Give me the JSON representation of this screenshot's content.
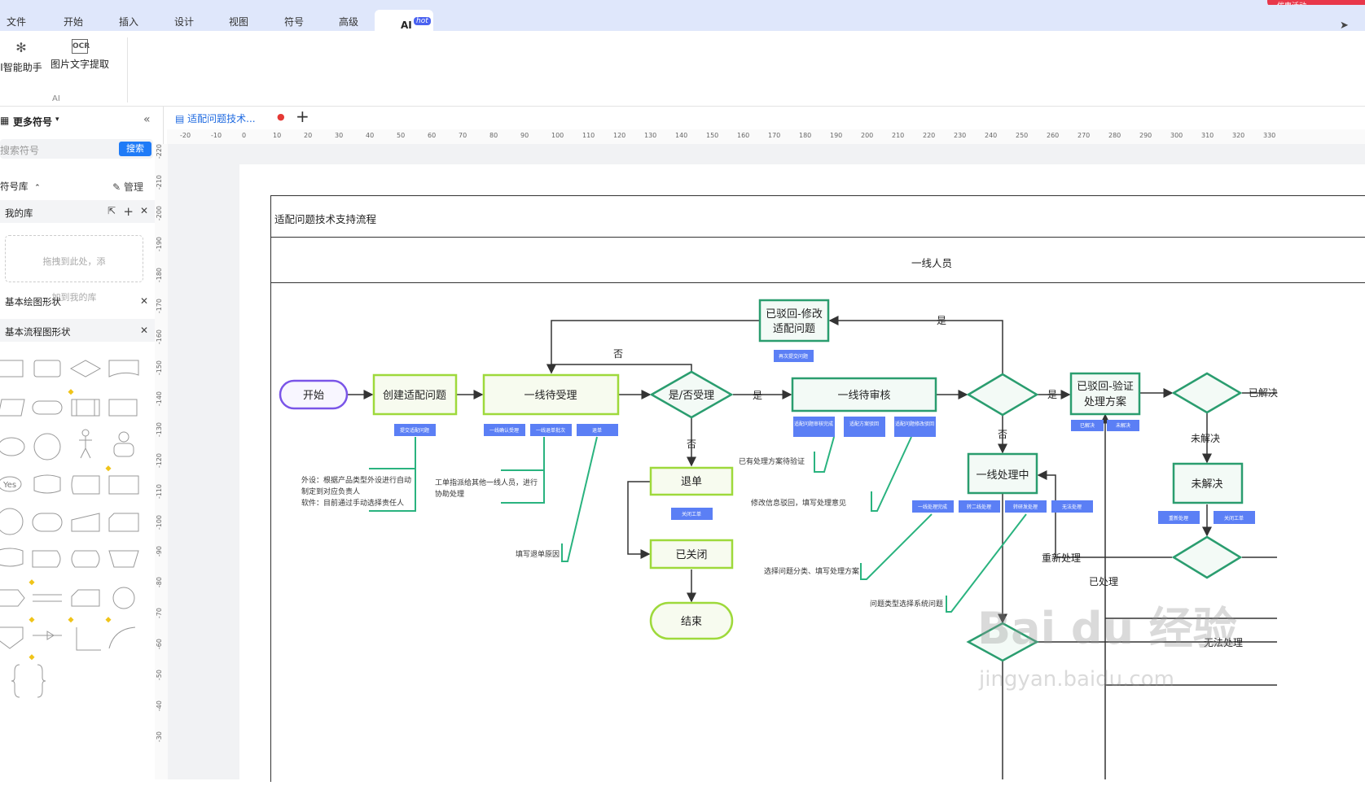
{
  "window": {
    "title": "亿图图示（试用版）",
    "promo": "优惠活动"
  },
  "menu": {
    "items": [
      "文件",
      "开始",
      "插入",
      "设计",
      "视图",
      "符号",
      "高级"
    ],
    "ai": "AI",
    "hot": "hot"
  },
  "ribbon": {
    "ai_assistant": "I智能助手",
    "ocr": "图片文字提取",
    "group": "AI"
  },
  "sidebar": {
    "title": "更多符号",
    "search_placeholder": "搜索符号",
    "search_btn": "搜索",
    "library": "符号库",
    "manage": "管理",
    "my_library": "我的库",
    "drop_hint_1": "拖拽到此处，添",
    "drop_hint_2": "加到我的库",
    "basic_shapes": "基本绘图形状",
    "basic_flow": "基本流程图形状",
    "yes_shape": "Yes"
  },
  "tabs": {
    "doc": "适配问题技术...",
    "add": "+"
  },
  "ruler": {
    "top": [
      "-20",
      "-10",
      "0",
      "10",
      "20",
      "30",
      "40",
      "50",
      "60",
      "70",
      "80",
      "90",
      "100",
      "110",
      "120",
      "130",
      "140",
      "150",
      "160",
      "170",
      "180",
      "190",
      "200",
      "210",
      "220",
      "230",
      "240",
      "250",
      "260",
      "270",
      "280",
      "290",
      "300",
      "310",
      "320",
      "330"
    ],
    "left": [
      "-220",
      "-210",
      "-200",
      "-190",
      "-180",
      "-170",
      "-160",
      "-150",
      "-140",
      "-130",
      "-120",
      "-110",
      "-100",
      "-90",
      "-80",
      "-70",
      "-60",
      "-50",
      "-40",
      "-30"
    ]
  },
  "diagram": {
    "pool_title": "适配问题技术支持流程",
    "lane_title": "一线人员",
    "nodes": {
      "start": "开始",
      "create": "创建适配问题",
      "accept": "一线待受理",
      "decide_accept": "是/否受理",
      "review": "一线待审核",
      "rejected_modify_1": "已驳回-修改",
      "rejected_modify_2": "适配问题",
      "rejected_verify_1": "已驳回-验证",
      "rejected_verify_2": "处理方案",
      "return": "退单",
      "closed": "已关闭",
      "end": "结束",
      "processing": "一线处理中",
      "unresolved": "未解决"
    },
    "labels": {
      "no1": "否",
      "yes1": "是",
      "no2": "否",
      "yes2": "是",
      "yes3": "是",
      "no3": "否",
      "resolved": "已解决",
      "unresolved": "未解决",
      "reprocess": "重新处理",
      "processed": "已处理",
      "cannot": "无法处理"
    },
    "tags": {
      "submit": "提交适配问题",
      "resubmit": "再次提交问题",
      "t1": "一线确认受理",
      "t2": "一线退单批次",
      "t3": "退单",
      "close": "关闭工单",
      "r1": "适配问题审核完成",
      "r2": "适配方案驳回",
      "r3": "适配问题修改驳回",
      "p1": "一线处理完成",
      "p2": "转二线处理",
      "p3": "转研发处理",
      "p4": "无法处理",
      "v1": "已解决",
      "v2": "未解决",
      "u1": "重新处理",
      "u2": "关闭工单"
    },
    "notes": {
      "n1a": "外设：根据产品类型外设进行自动",
      "n1b": "制定到对应负责人",
      "n1c": "软件：目前通过手动选择责任人",
      "n2a": "工单指派给其他一线人员，进行",
      "n2b": "协助处理",
      "n3": "填写退单原因",
      "n4": "已有处理方案待验证",
      "n5": "修改信息驳回，填写处理意见",
      "n6": "选择问题分类、填写处理方案",
      "n7": "问题类型选择系统问题"
    }
  },
  "watermark": {
    "main": "Bai du 经验",
    "sub": "jingyan.baidu.com"
  },
  "colors": {
    "accent": "#1f7bf7",
    "green_box": "#2a9d6f",
    "lime_box": "#9ed93b",
    "start_border": "#7a55e8",
    "tag": "#5b7ff5"
  }
}
